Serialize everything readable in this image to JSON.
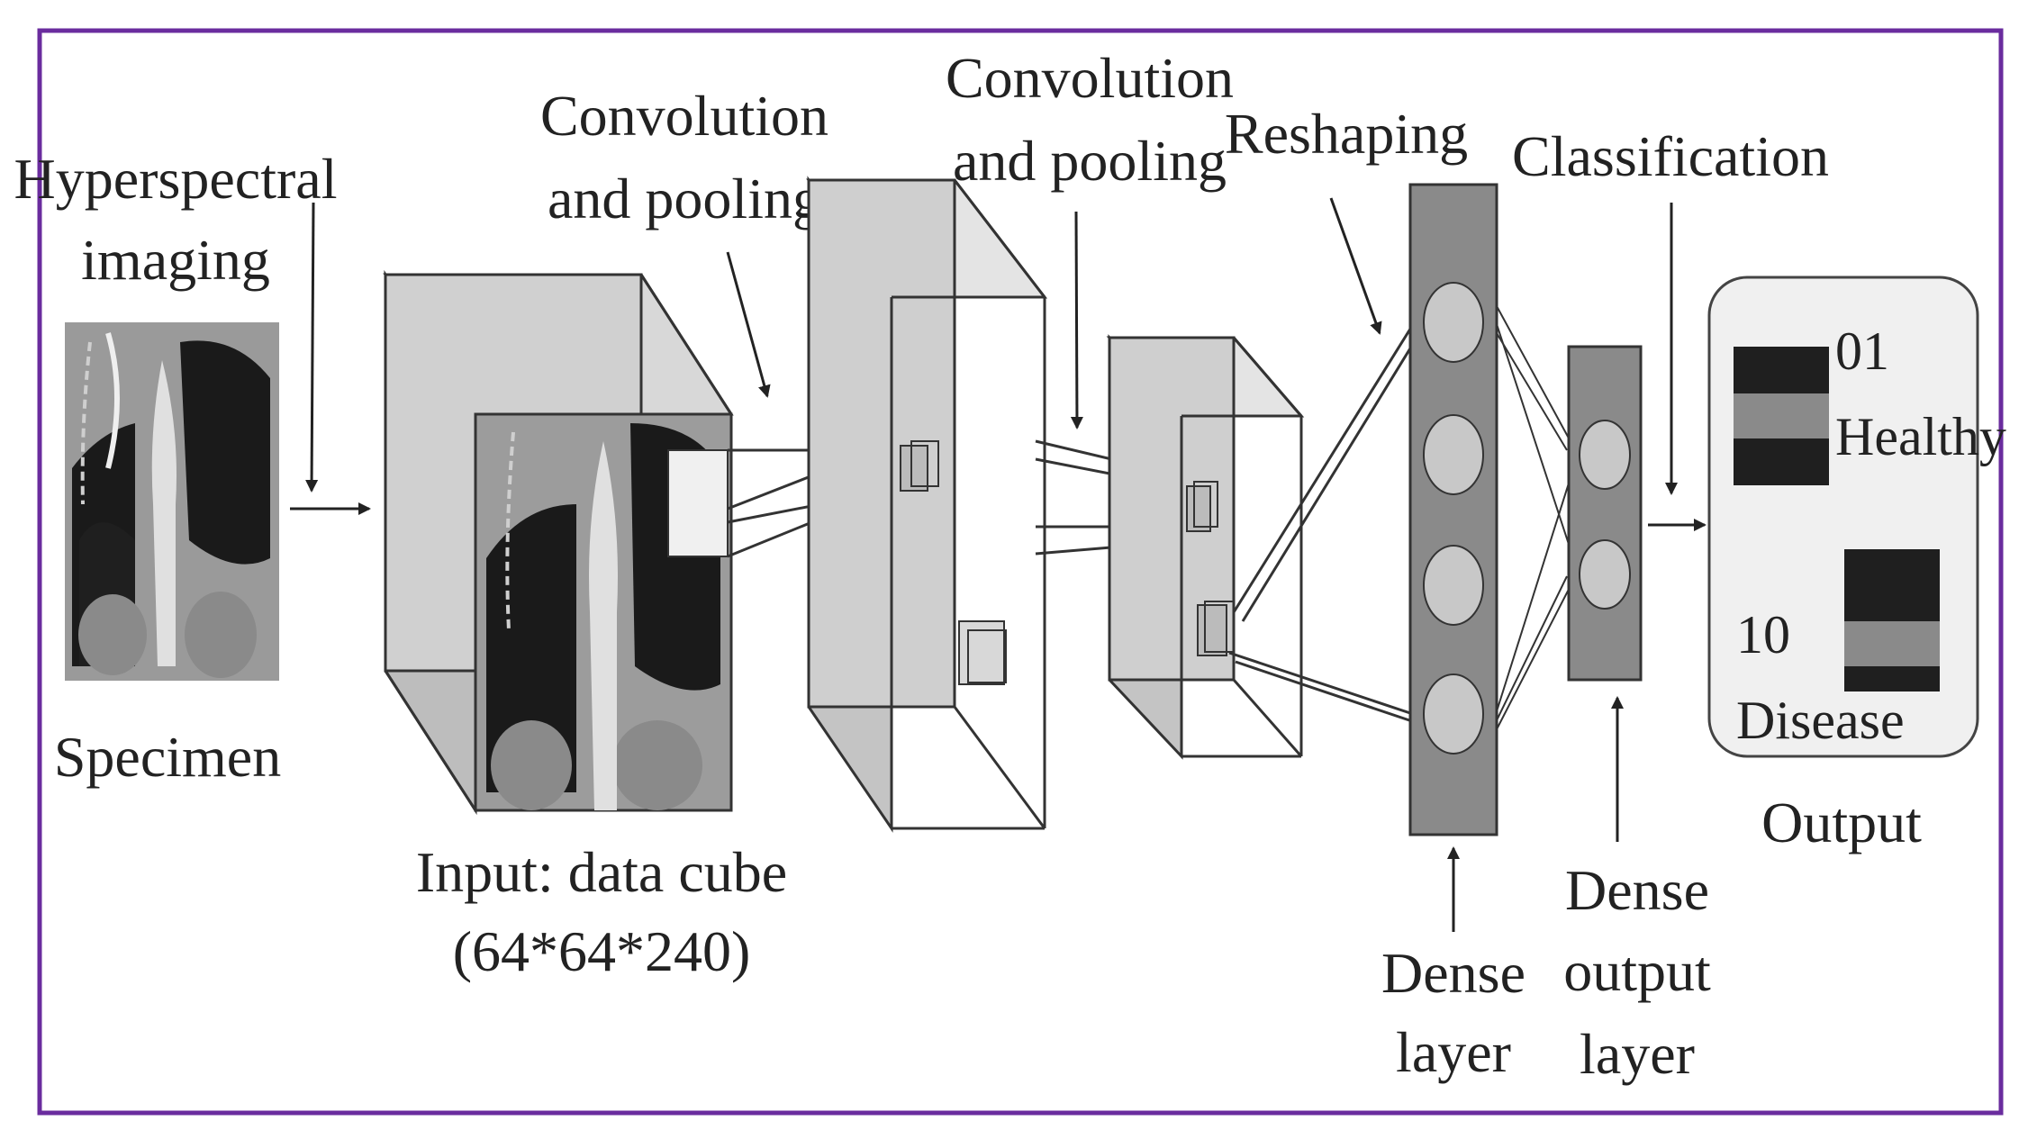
{
  "labels": {
    "hyperspectral_1": "Hyperspectral",
    "hyperspectral_2": "imaging",
    "specimen": "Specimen",
    "input_1": "Input: data cube",
    "input_2": "(64*64*240)",
    "conv1_1": "Convolution",
    "conv1_2": "and pooling",
    "conv2_1": "Convolution",
    "conv2_2": "and pooling",
    "reshaping": "Reshaping",
    "classification": "Classification",
    "dense_layer_1": "Dense",
    "dense_layer_2": "layer",
    "dense_output_1": "Dense",
    "dense_output_2": "output",
    "dense_output_3": "layer",
    "output": "Output",
    "code_healthy": "01",
    "healthy": "Healthy",
    "code_disease": "10",
    "disease": "Disease"
  },
  "colors": {
    "frame": "#6a2c9e",
    "box_fill": "#d0d0d0",
    "dense_fill": "#8a8a8a",
    "neuron_fill": "#c8c8c8",
    "output_box": "#f0f0f0",
    "dark_bar": "#1f1f1f",
    "mid_bar": "#8a8a8a"
  }
}
